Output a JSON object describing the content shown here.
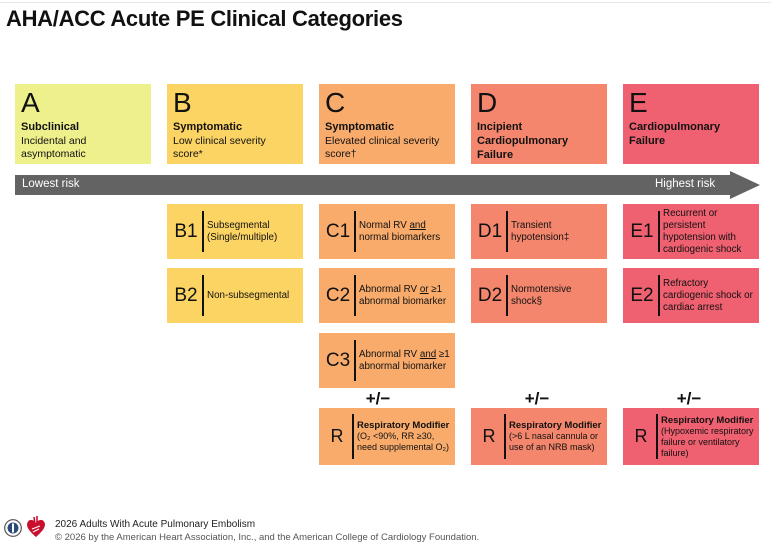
{
  "title": "AHA/ACC Acute PE Clinical Categories",
  "categories": [
    {
      "letter": "A",
      "name": "Subclinical",
      "desc": "Incidental and asymptomatic",
      "color": "#eef08c"
    },
    {
      "letter": "B",
      "name": "Symptomatic",
      "desc": "Low clinical severity score*",
      "color": "#fcd463"
    },
    {
      "letter": "C",
      "name": "Symptomatic",
      "desc": "Elevated clinical severity score†",
      "color": "#f8ab6b"
    },
    {
      "letter": "D",
      "name": "Incipient Cardiopulmonary Failure",
      "desc": "",
      "color": "#f3866c"
    },
    {
      "letter": "E",
      "name": "Cardiopulmonary Failure",
      "desc": "",
      "color": "#ef6070"
    }
  ],
  "risk": {
    "low": "Lowest risk",
    "high": "Highest risk",
    "arrow_color": "#636363"
  },
  "subcategories": {
    "B1": {
      "code": "B1",
      "text": "Subsegmental (Single/multiple)"
    },
    "B2": {
      "code": "B2",
      "text": "Non-subsegmental"
    },
    "C1": {
      "code": "C1",
      "pre": "Normal RV ",
      "under": "and",
      "post": " normal biomarkers"
    },
    "C2": {
      "code": "C2",
      "pre": "Abnormal RV ",
      "under": "or",
      "post": " ≥1 abnormal biomarker"
    },
    "C3": {
      "code": "C3",
      "pre": "Abnormal RV ",
      "under": "and",
      "post": " ≥1 abnormal biomarker"
    },
    "D1": {
      "code": "D1",
      "text": "Transient hypotension‡"
    },
    "D2": {
      "code": "D2",
      "text": "Normotensive shock§"
    },
    "E1": {
      "code": "E1",
      "text": "Recurrent or persistent hypotension with cardiogenic shock"
    },
    "E2": {
      "code": "E2",
      "text": "Refractory cardiogenic shock or cardiac arrest"
    }
  },
  "plus_minus": "+/−",
  "modifiers": [
    {
      "code": "R",
      "title": "Respiratory Modifier",
      "text": "(O₂ <90%, RR ≥30, need supplemental O₂)"
    },
    {
      "code": "R",
      "title": "Respiratory Modifier",
      "text": "(>6 L nasal cannula or use of an NRB mask)"
    },
    {
      "code": "R",
      "title": "Respiratory Modifier",
      "text": "(Hypoxemic respiratory failure or ventilatory failure)"
    }
  ],
  "footer": {
    "line1": "2026 Adults With Acute Pulmonary Embolism",
    "line2": "© 2026 by the American Heart Association, Inc., and the American College of Cardiology Foundation."
  }
}
